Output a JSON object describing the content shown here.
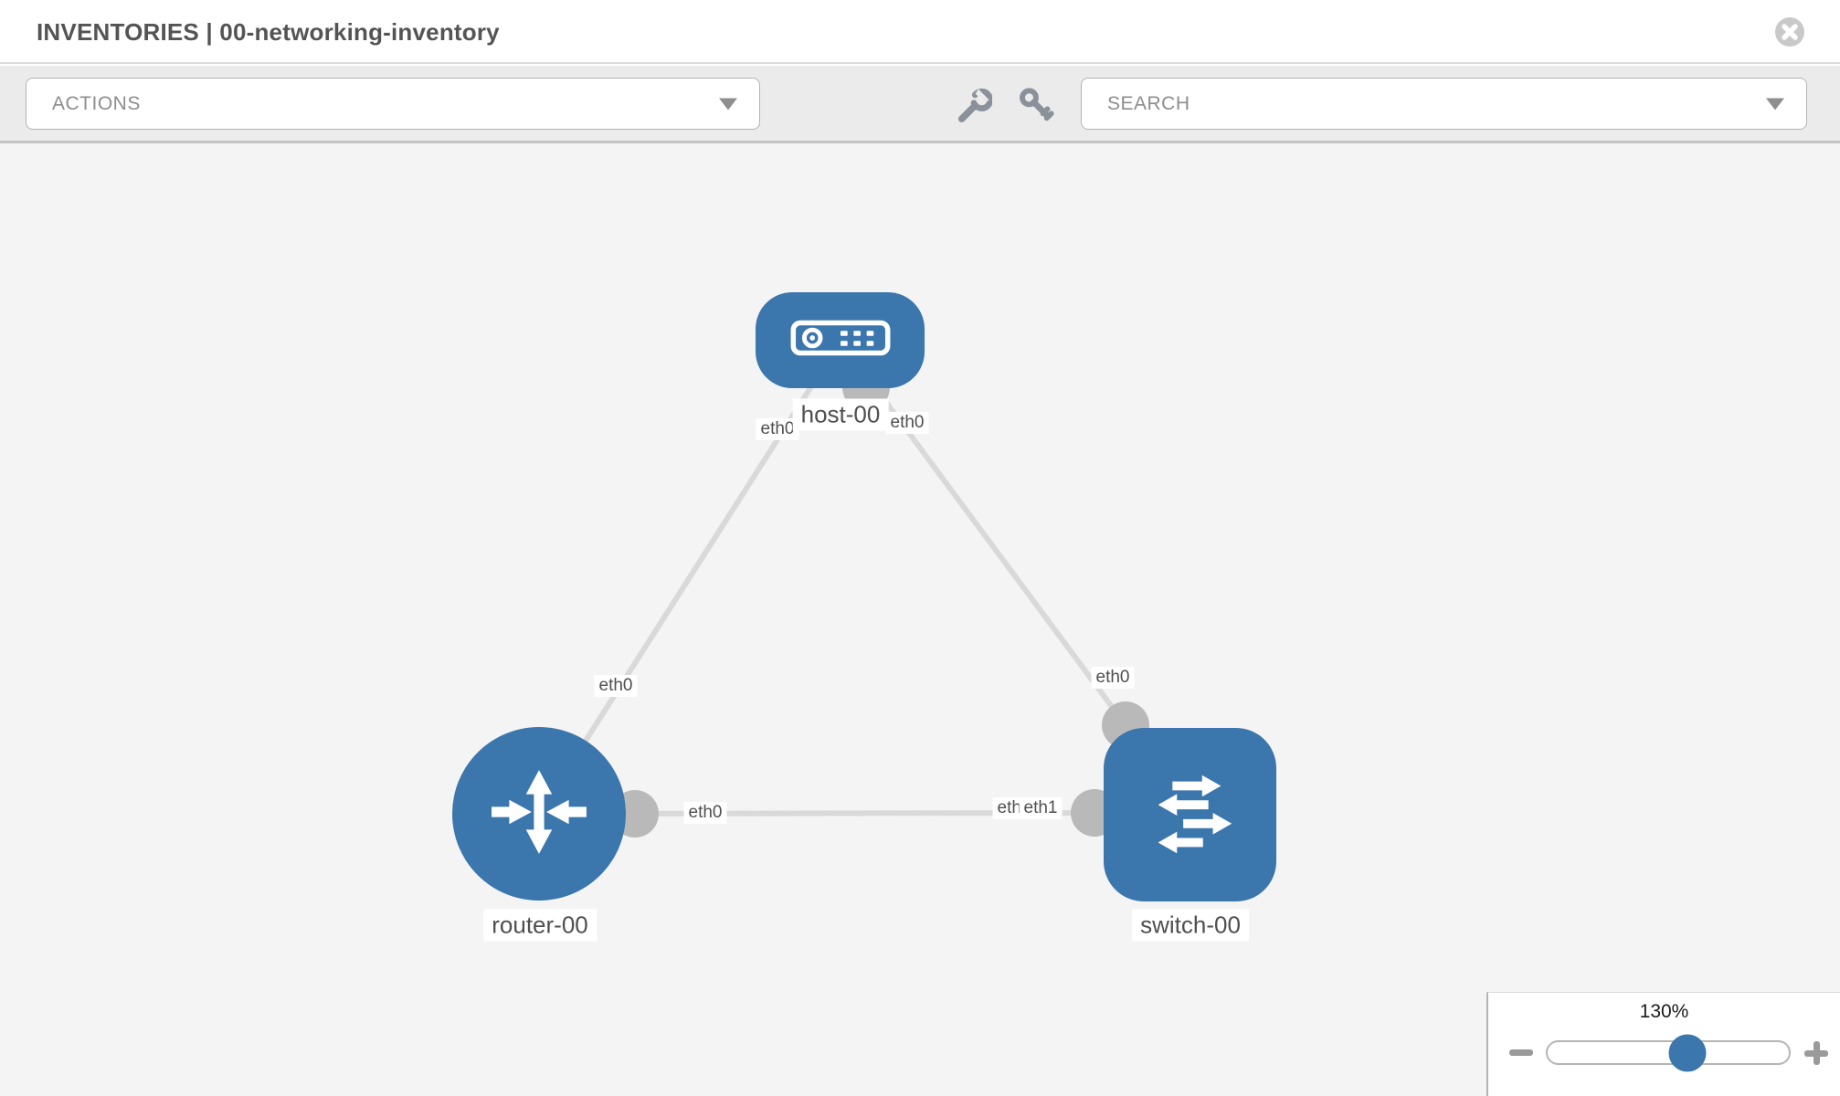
{
  "header": {
    "title": "INVENTORIES | 00-networking-inventory"
  },
  "toolbar": {
    "actions_label": "ACTIONS",
    "search_label": "SEARCH",
    "icons": [
      "wrench-icon",
      "key-icon"
    ]
  },
  "topology": {
    "nodes": [
      {
        "id": "host-00",
        "type": "host",
        "label": "host-00"
      },
      {
        "id": "router-00",
        "type": "router",
        "label": "router-00"
      },
      {
        "id": "switch-00",
        "type": "switch",
        "label": "switch-00"
      }
    ],
    "links": [
      {
        "from": "host-00",
        "to": "router-00",
        "from_if": "eth0",
        "to_if": "eth0"
      },
      {
        "from": "host-00",
        "to": "switch-00",
        "from_if": "eth0",
        "to_if": "eth0"
      },
      {
        "from": "router-00",
        "to": "switch-00",
        "from_if": "eth0",
        "to_if": "eth1"
      }
    ],
    "if_labels": {
      "host_left": "eth0",
      "host_right": "eth0",
      "router_link_mid": "eth0",
      "switch_link_mid": "eth0",
      "router_right": "eth0",
      "switch_left_under": "eth0",
      "switch_left_over": "eth1"
    }
  },
  "zoom_control": {
    "level": "130%",
    "minus_label": "zoom out",
    "plus_label": "zoom in"
  },
  "colors": {
    "node_blue": "#3b76ad",
    "link_gray": "#d9d9d9",
    "dot_gray": "#b9b9b9",
    "canvas_bg": "#f4f4f4",
    "toolbar_bg": "#ebebeb"
  }
}
